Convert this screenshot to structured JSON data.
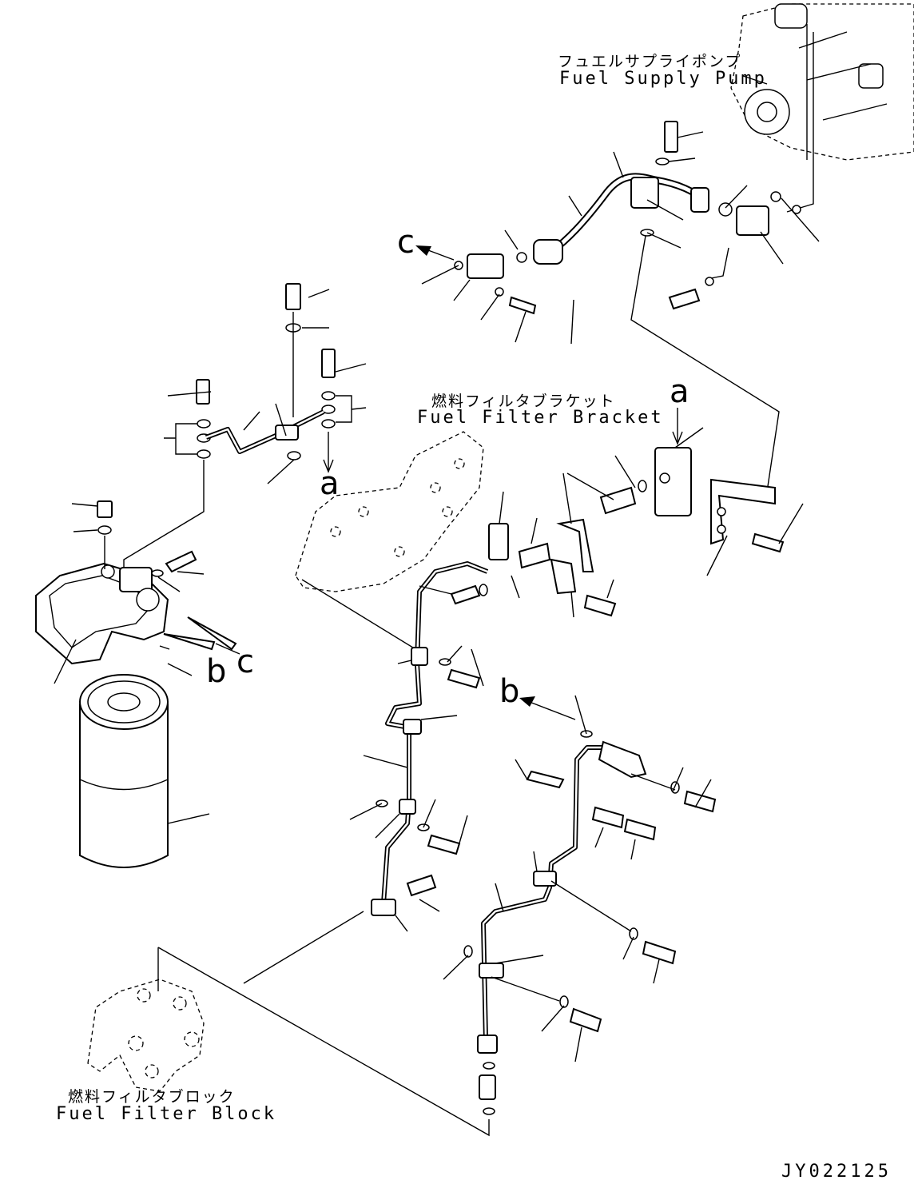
{
  "labels": {
    "fuel_supply_pump_jp": "フュエルサプライポンプ",
    "fuel_supply_pump_en": "Fuel Supply Pump",
    "fuel_filter_bracket_jp": "燃料フィルタブラケット",
    "fuel_filter_bracket_en": "Fuel Filter Bracket",
    "fuel_filter_block_jp": "燃料フィルタブロック",
    "fuel_filter_block_en": "Fuel Filter Block"
  },
  "view_markers": {
    "a_top": "a",
    "a_bottom": "a",
    "b_left": "b",
    "b_right": "b",
    "c_left": "c",
    "c_top": "c"
  },
  "drawing_code": "JY022125"
}
